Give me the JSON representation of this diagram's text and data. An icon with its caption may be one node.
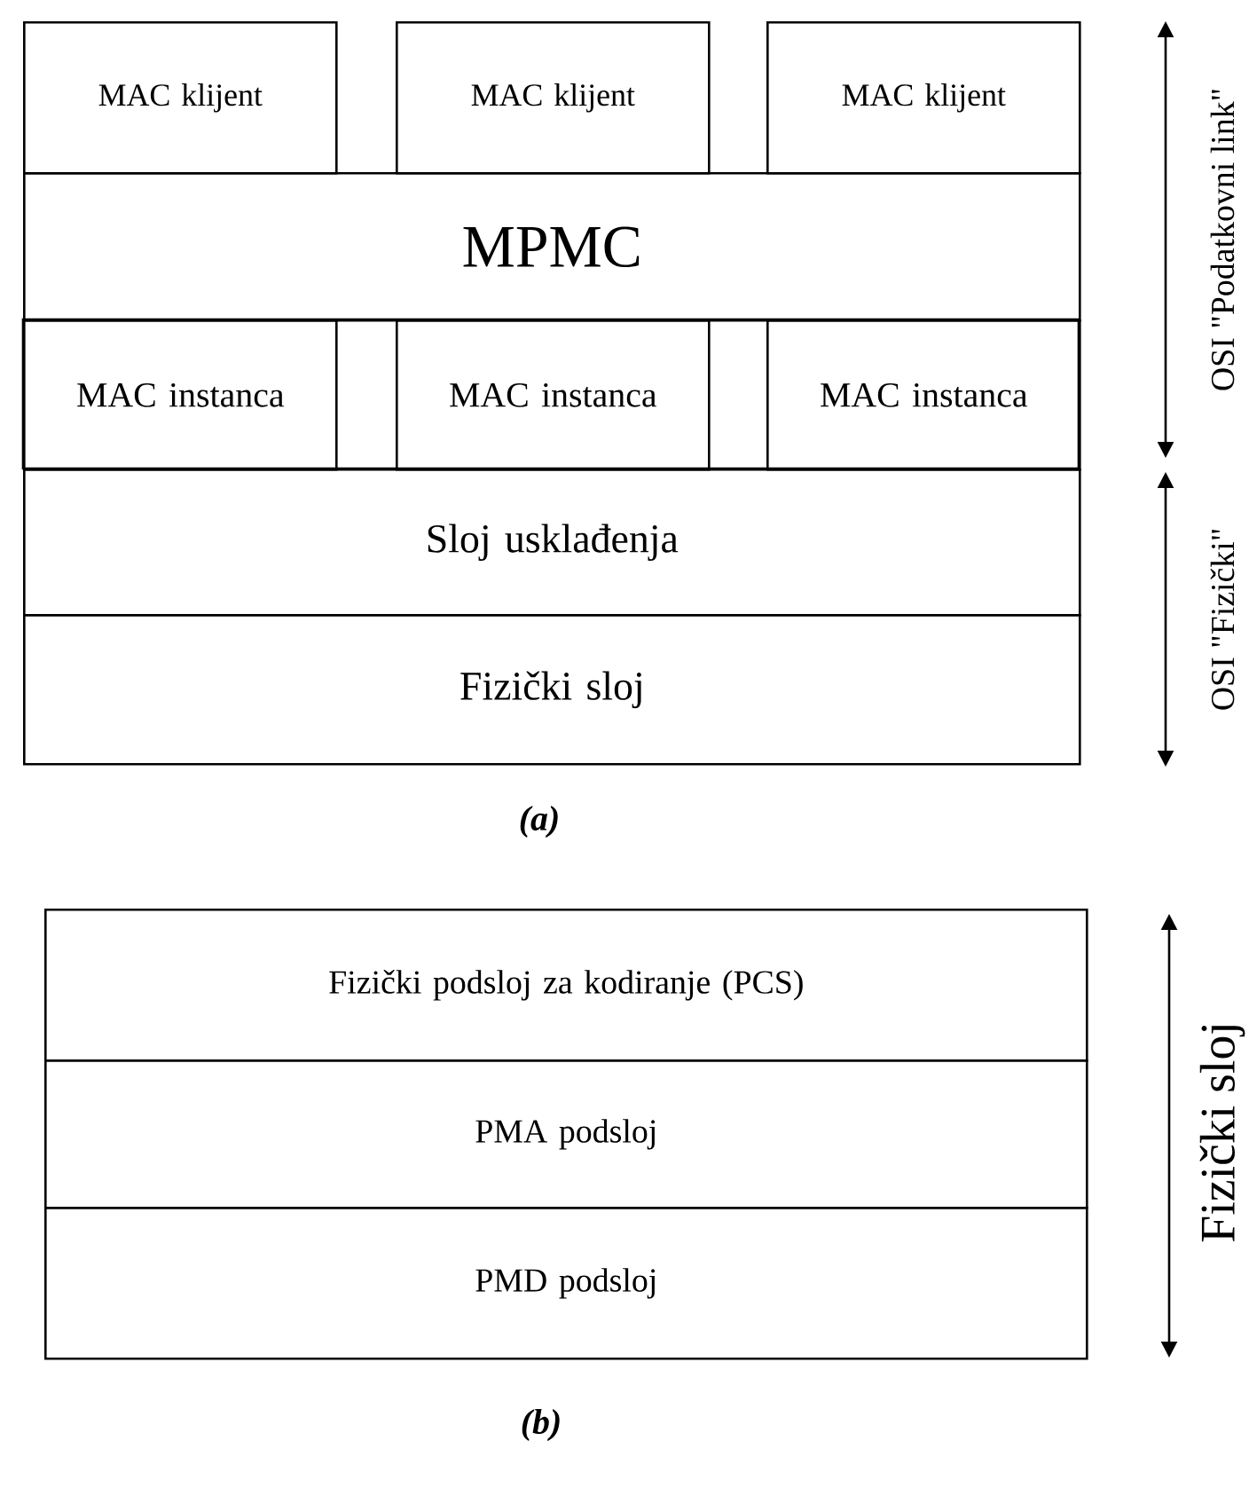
{
  "diagram": {
    "nodes": [
      {
        "text": [
          "MAC klijent"
        ]
      },
      {
        "text": [
          "MAC klijent"
        ]
      },
      {
        "text": [
          "MAC klijent"
        ]
      },
      {
        "text": [
          "MPMC"
        ]
      },
      {
        "text": [
          "MAC instanca"
        ]
      },
      {
        "text": [
          "MAC instanca"
        ]
      },
      {
        "text": [
          "MAC instanca"
        ]
      },
      {
        "text": [
          "Sloj usklađenja"
        ]
      },
      {
        "text": [
          "Fizički sloj"
        ]
      },
      {
        "text": [
          "Fizički podsloj za kodiranje (PCS)"
        ]
      },
      {
        "text": [
          "PMA podsloj"
        ]
      },
      {
        "text": [
          "PMD podsloj"
        ]
      }
    ],
    "labels": [
      "OSI \"Podatkovni link\"",
      "OSI \"Fizički\"",
      "(a)",
      "Fizički sloj",
      "(b)"
    ]
  }
}
